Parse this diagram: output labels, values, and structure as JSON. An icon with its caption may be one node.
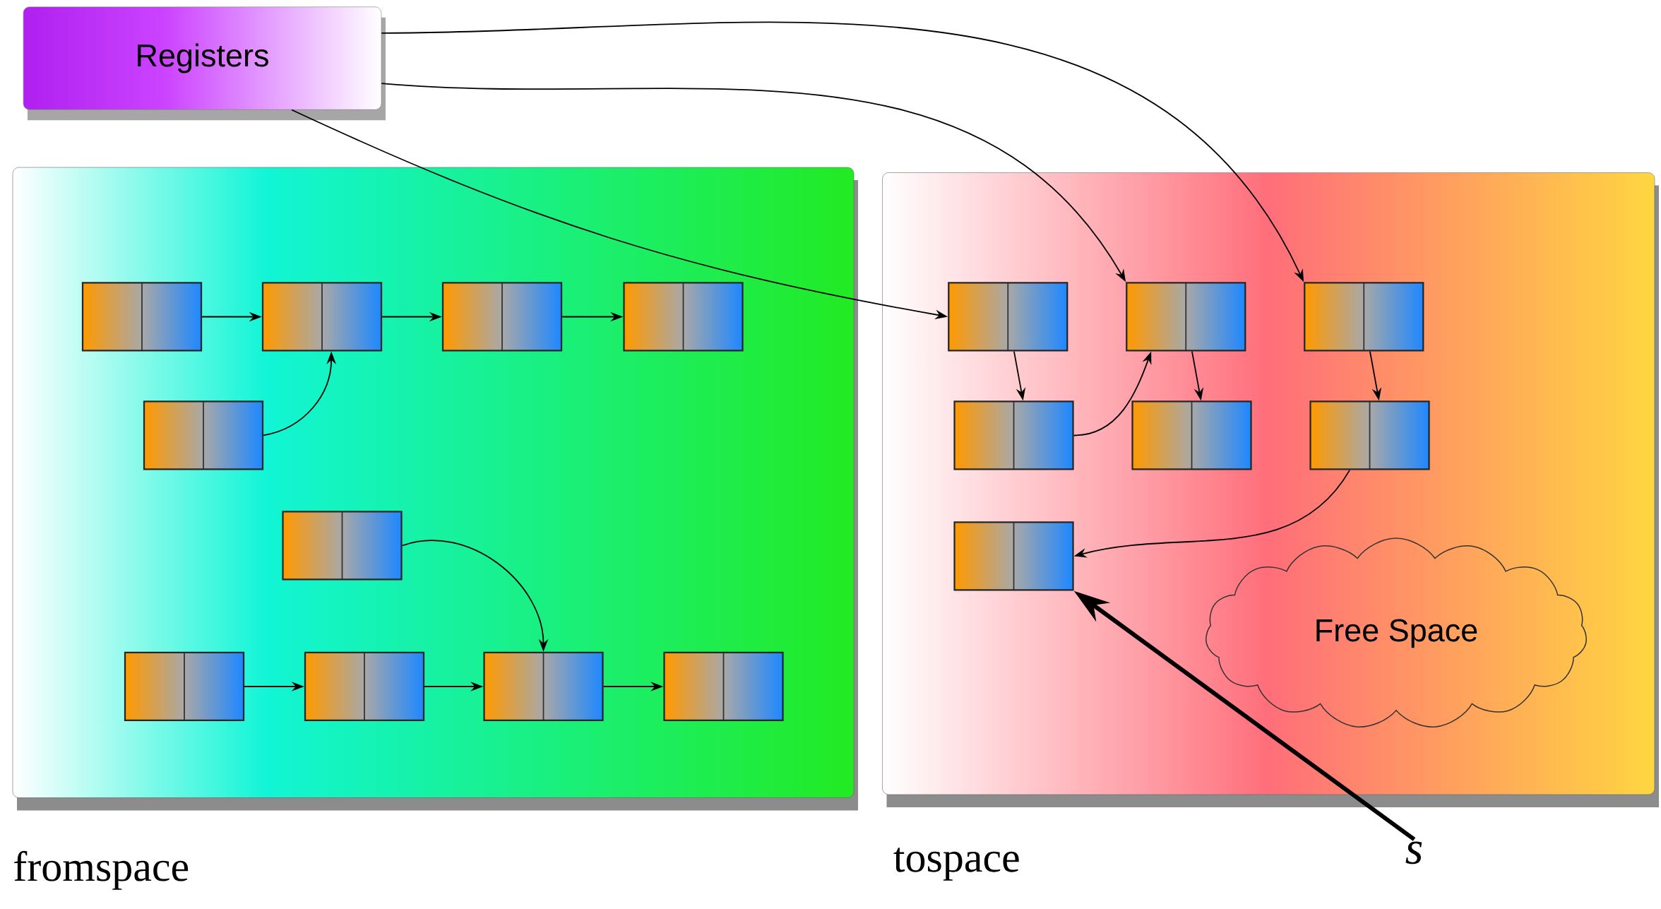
{
  "diagram": {
    "nodes": [
      {
        "text": [
          "Registers"
        ]
      },
      {
        "text": [
          "fromspace"
        ]
      },
      {
        "text": [
          "tospace"
        ]
      },
      {
        "text": [],
        "shape": "box",
        "in": 1
      },
      {
        "text": [],
        "shape": "box",
        "in": 1
      },
      {
        "text": [],
        "shape": "box",
        "in": 1
      },
      {
        "text": [],
        "shape": "box",
        "in": 1
      },
      {
        "text": [],
        "shape": "box",
        "in": 1
      },
      {
        "text": [],
        "shape": "box",
        "in": 1
      },
      {
        "text": [],
        "shape": "box",
        "in": 1
      },
      {
        "text": [],
        "shape": "box",
        "in": 1
      },
      {
        "text": [],
        "shape": "box",
        "in": 1
      },
      {
        "text": [],
        "shape": "box",
        "in": 1
      },
      {
        "text": [],
        "shape": "box",
        "in": 2
      },
      {
        "text": [],
        "shape": "box",
        "in": 2
      },
      {
        "text": [],
        "shape": "box",
        "in": 2
      },
      {
        "text": [],
        "shape": "box",
        "in": 2
      },
      {
        "text": [],
        "shape": "box",
        "in": 2
      },
      {
        "text": [],
        "shape": "box",
        "in": 2
      },
      {
        "text": [],
        "shape": "box",
        "in": 2
      },
      {
        "text": [
          "Free Space"
        ],
        "in": 2
      },
      {
        "text": [
          "s"
        ]
      }
    ],
    "edges": [
      {
        "from": 0,
        "to": 15,
        "arrow": "to"
      },
      {
        "from": 0,
        "to": 14,
        "arrow": "to"
      },
      {
        "from": 0,
        "to": 13,
        "arrow": "to"
      },
      {
        "from": 3,
        "to": 4,
        "arrow": "to"
      },
      {
        "from": 4,
        "to": 5,
        "arrow": "to"
      },
      {
        "from": 5,
        "to": 6,
        "arrow": "to"
      },
      {
        "from": 7,
        "to": 4,
        "arrow": "to"
      },
      {
        "from": 8,
        "to": 11,
        "arrow": "to"
      },
      {
        "from": 9,
        "to": 10,
        "arrow": "to"
      },
      {
        "from": 10,
        "to": 11,
        "arrow": "to"
      },
      {
        "from": 11,
        "to": 12,
        "arrow": "to"
      },
      {
        "from": 13,
        "to": 16,
        "arrow": "to"
      },
      {
        "from": 16,
        "to": 14,
        "arrow": "to"
      },
      {
        "from": 14,
        "to": 17,
        "arrow": "to"
      },
      {
        "from": 15,
        "to": 18,
        "arrow": "to"
      },
      {
        "from": 18,
        "to": 19,
        "arrow": "to"
      },
      {
        "from": 21,
        "to": 19,
        "arrow": "to",
        "style": "thick"
      }
    ]
  }
}
